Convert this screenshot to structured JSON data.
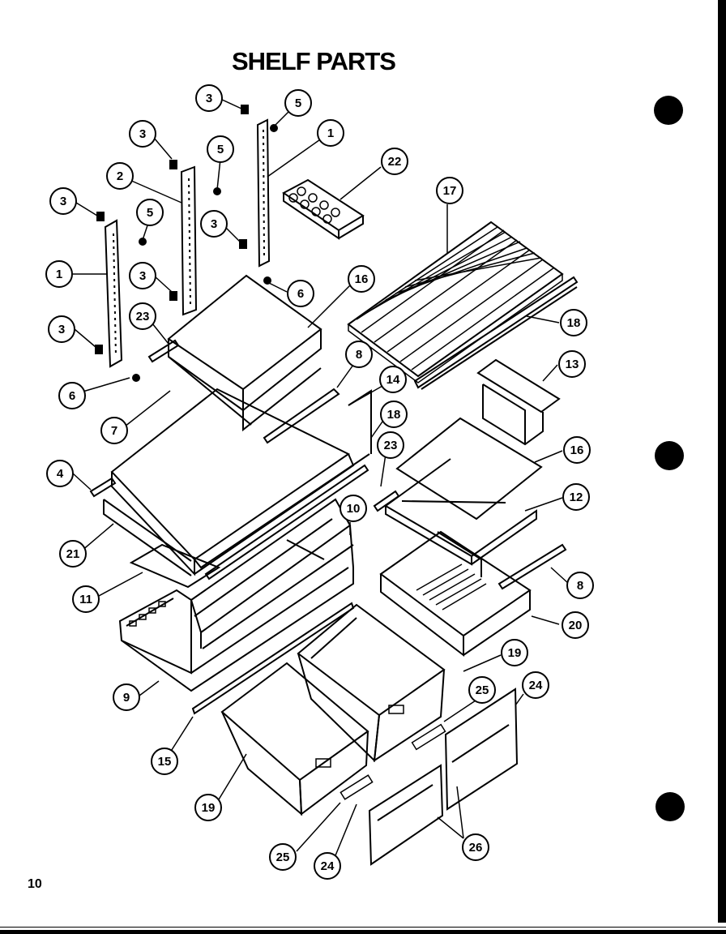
{
  "title": "SHELF PARTS",
  "page_number": "10",
  "callouts": [
    {
      "id": "c3a",
      "label": "3"
    },
    {
      "id": "c5a",
      "label": "5"
    },
    {
      "id": "c1a",
      "label": "1"
    },
    {
      "id": "c3b",
      "label": "3"
    },
    {
      "id": "c5b",
      "label": "5"
    },
    {
      "id": "c2",
      "label": "2"
    },
    {
      "id": "c22",
      "label": "22"
    },
    {
      "id": "c17",
      "label": "17"
    },
    {
      "id": "c3c",
      "label": "3"
    },
    {
      "id": "c5c",
      "label": "5"
    },
    {
      "id": "c3d",
      "label": "3"
    },
    {
      "id": "c1b",
      "label": "1"
    },
    {
      "id": "c3e",
      "label": "3"
    },
    {
      "id": "c6a",
      "label": "6"
    },
    {
      "id": "c16a",
      "label": "16"
    },
    {
      "id": "c18a",
      "label": "18"
    },
    {
      "id": "c23a",
      "label": "23"
    },
    {
      "id": "c3f",
      "label": "3"
    },
    {
      "id": "c13",
      "label": "13"
    },
    {
      "id": "c8a",
      "label": "8"
    },
    {
      "id": "c6b",
      "label": "6"
    },
    {
      "id": "c14",
      "label": "14"
    },
    {
      "id": "c7",
      "label": "7"
    },
    {
      "id": "c18b",
      "label": "18"
    },
    {
      "id": "c23b",
      "label": "23"
    },
    {
      "id": "c16b",
      "label": "16"
    },
    {
      "id": "c4",
      "label": "4"
    },
    {
      "id": "c12",
      "label": "12"
    },
    {
      "id": "c10",
      "label": "10"
    },
    {
      "id": "c21",
      "label": "21"
    },
    {
      "id": "c8b",
      "label": "8"
    },
    {
      "id": "c11",
      "label": "11"
    },
    {
      "id": "c20",
      "label": "20"
    },
    {
      "id": "c19a",
      "label": "19"
    },
    {
      "id": "c9",
      "label": "9"
    },
    {
      "id": "c25a",
      "label": "25"
    },
    {
      "id": "c24a",
      "label": "24"
    },
    {
      "id": "c15",
      "label": "15"
    },
    {
      "id": "c19b",
      "label": "19"
    },
    {
      "id": "c26",
      "label": "26"
    },
    {
      "id": "c25b",
      "label": "25"
    },
    {
      "id": "c24b",
      "label": "24"
    }
  ]
}
